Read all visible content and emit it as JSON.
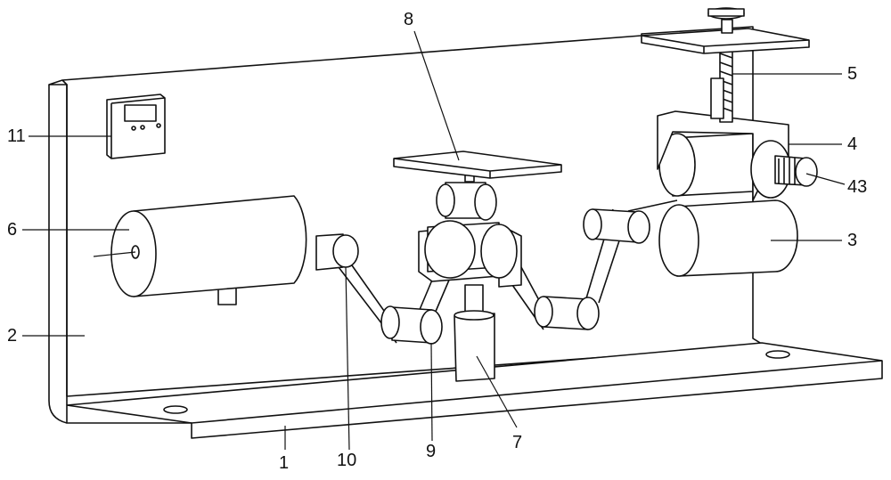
{
  "diagram": {
    "labels": {
      "base_plate": "1",
      "back_plate": "2",
      "lower_roller": "3",
      "roller_frame": "4",
      "adjust_screw": "5",
      "motor_roll": "6",
      "lift_cylinder": "7",
      "top_plate": "8",
      "guide_roller_9": "9",
      "guide_roller_10": "10",
      "control_box": "11",
      "knob": "43"
    }
  }
}
